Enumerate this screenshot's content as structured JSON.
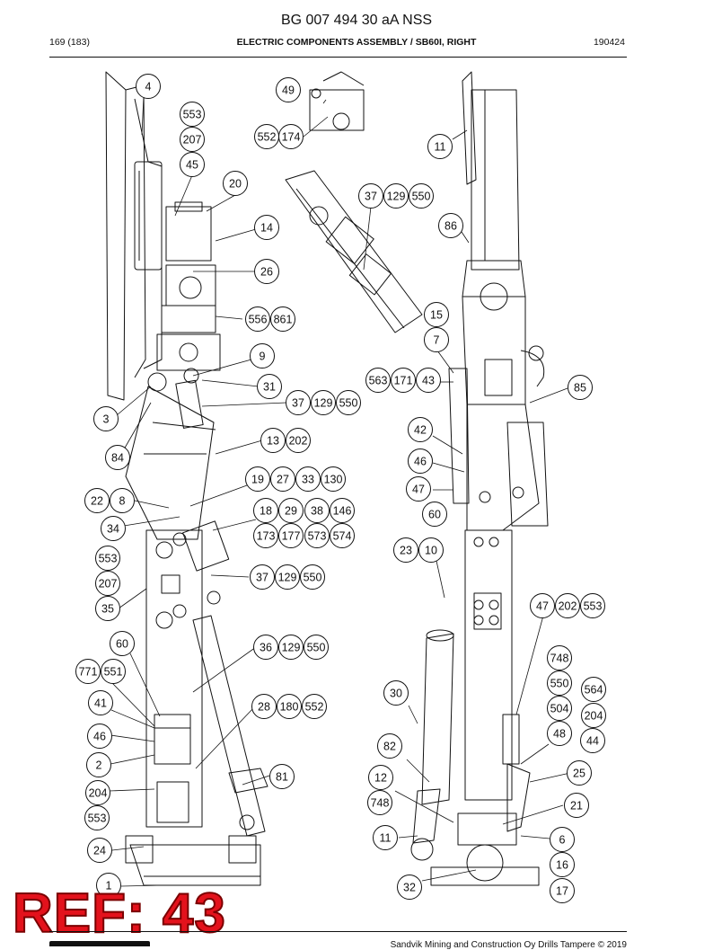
{
  "header": {
    "doc_number": "BG 007 494 30 aA NSS",
    "page": "169 (183)",
    "title": "ELECTRIC COMPONENTS ASSEMBLY / SB60I, RIGHT",
    "date_code": "190424"
  },
  "stamp": "REF: 43",
  "footer": {
    "copyright": "Sandvik Mining and Construction Oy Drills Tampere © 2019"
  },
  "callouts": [
    "4",
    "49",
    "553",
    "207",
    "552",
    "174",
    "45",
    "11",
    "20",
    "37",
    "129",
    "550",
    "14",
    "86",
    "26",
    "556",
    "861",
    "15",
    "7",
    "9",
    "563",
    "171",
    "43",
    "31",
    "85",
    "37",
    "129",
    "550",
    "3",
    "42",
    "13",
    "202",
    "84",
    "46",
    "19",
    "27",
    "33",
    "130",
    "47",
    "22",
    "8",
    "18",
    "29",
    "38",
    "146",
    "60",
    "34",
    "173",
    "177",
    "573",
    "574",
    "23",
    "10",
    "553",
    "207",
    "37",
    "129",
    "550",
    "35",
    "47",
    "202",
    "553",
    "60",
    "36",
    "129",
    "550",
    "748",
    "771",
    "551",
    "550",
    "564",
    "30",
    "41",
    "28",
    "180",
    "552",
    "504",
    "204",
    "48",
    "44",
    "46",
    "82",
    "2",
    "25",
    "81",
    "12",
    "204",
    "748",
    "21",
    "553",
    "11",
    "6",
    "24",
    "16",
    "32",
    "1",
    "17"
  ]
}
